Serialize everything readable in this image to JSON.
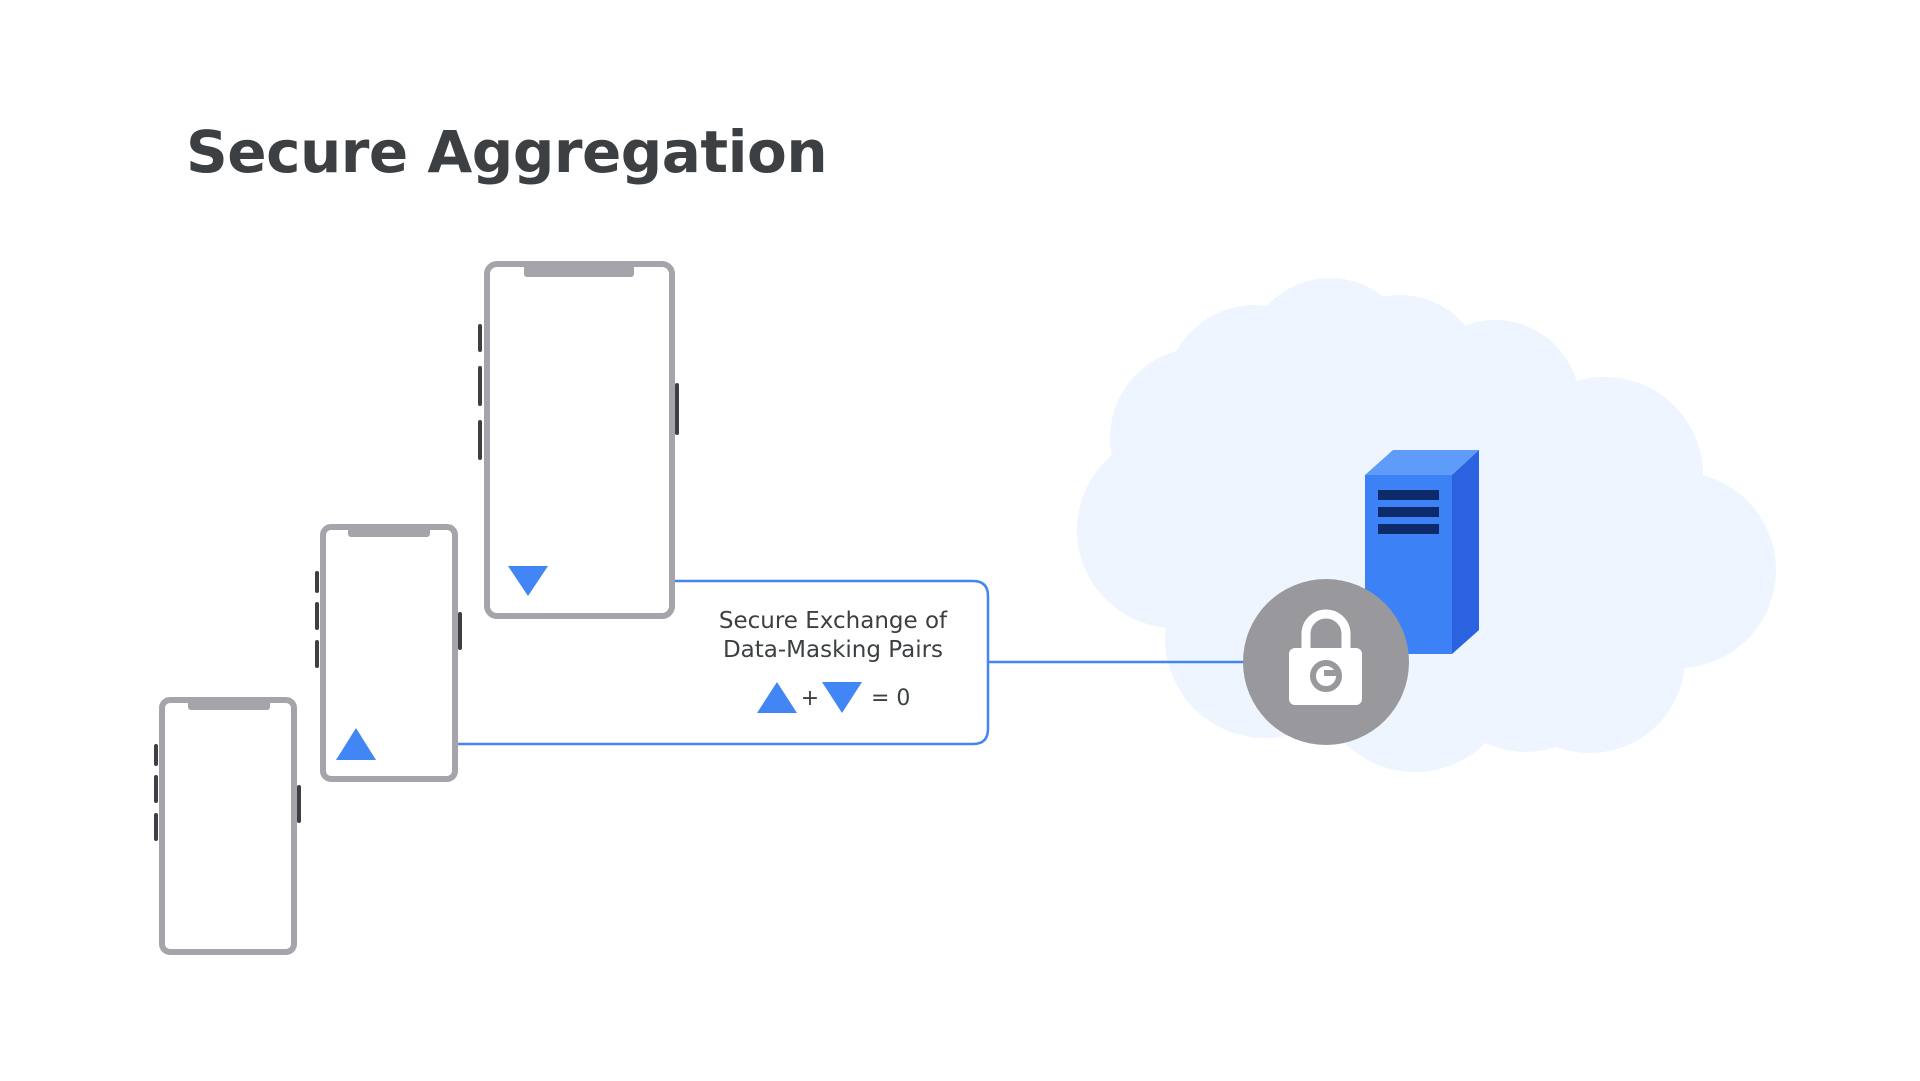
{
  "title": "Secure Aggregation",
  "exchange": {
    "line1": "Secure Exchange of",
    "line2": "Data-Masking Pairs",
    "plus": "+",
    "equals": "= 0"
  },
  "colors": {
    "title": "#3c4043",
    "phone_outline": "#a5a4ab",
    "accent_blue": "#4285f4",
    "cloud": "#eef5fe",
    "lock_circle": "#98989d",
    "server_front": "#3c82f6",
    "server_side": "#2a62e0",
    "server_top": "#5f9bf8",
    "server_slots": "#0d2a6b"
  },
  "icons": {
    "client_devices": "smartphone-outline-icon",
    "mask_positive": "triangle-up-icon",
    "mask_negative": "triangle-down-icon",
    "server": "server-tower-icon",
    "secure": "padlock-icon",
    "cloud": "cloud-icon"
  }
}
